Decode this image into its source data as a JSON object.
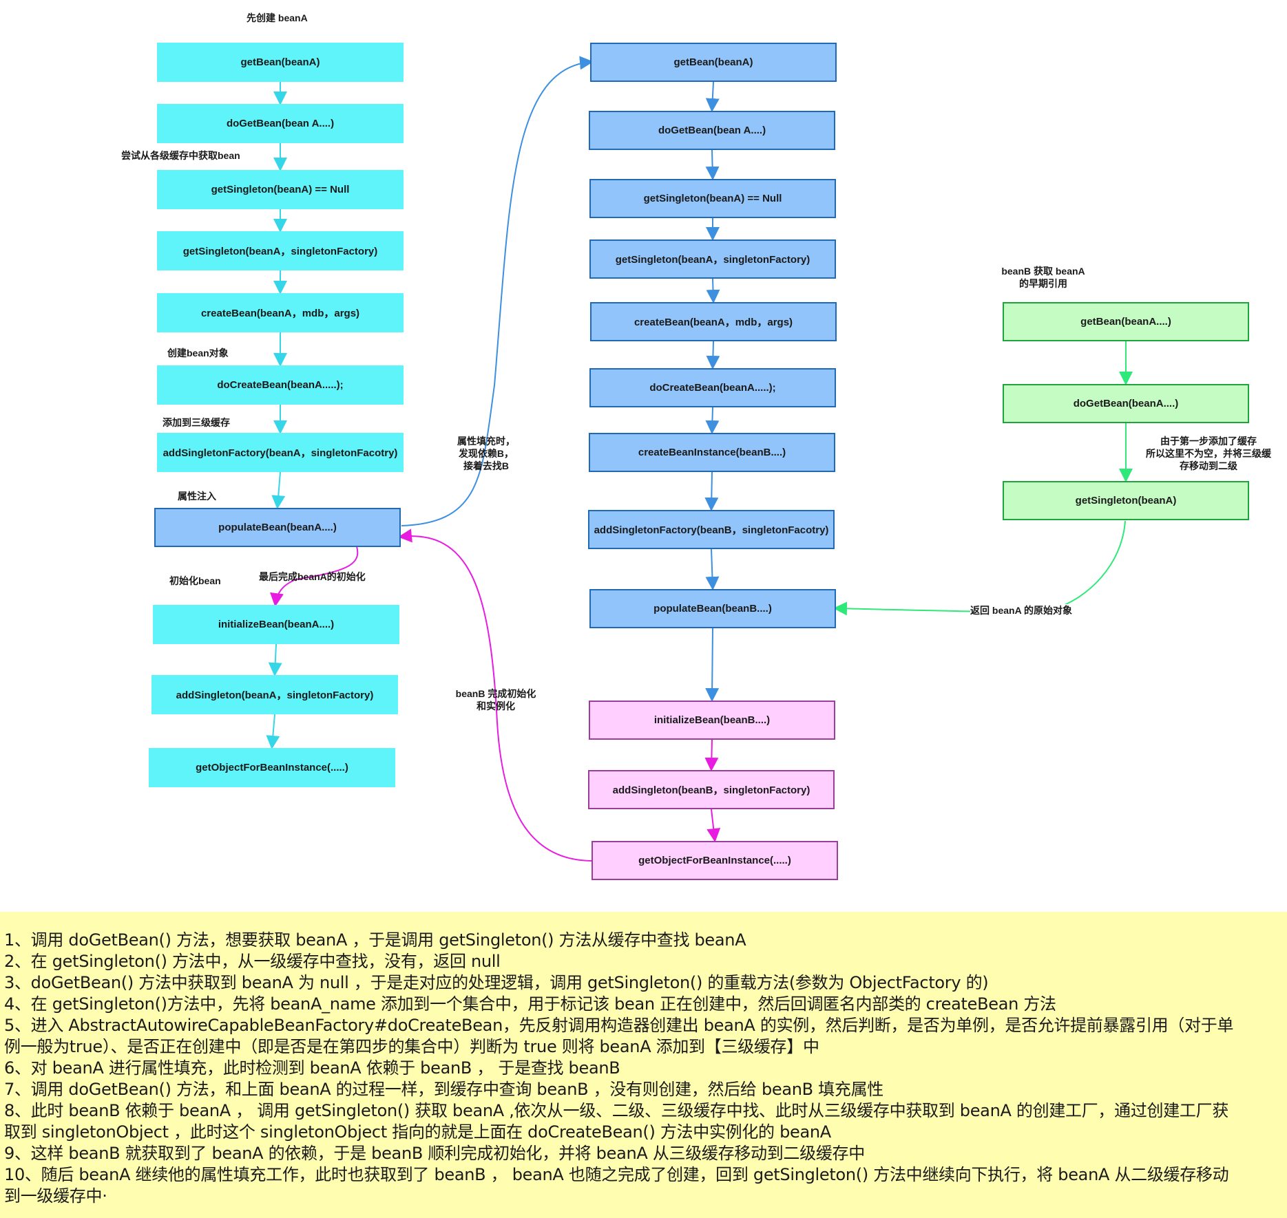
{
  "colors": {
    "cyan_fill": "#5ef4fa",
    "blue_fill": "#91c4fa",
    "blue_border": "#2169b5",
    "green_fill": "#c4fcc4",
    "green_border": "#1fa33c",
    "pink_fill": "#ffd0ff",
    "pink_border": "#9b3d9b",
    "notes_bg": "#fffdb0",
    "arrow_blue": "#3d8fe0",
    "arrow_cyan": "#35d6e8",
    "arrow_magenta": "#e81ce0",
    "arrow_green": "#2ee87a"
  },
  "column_a": {
    "heading": "先创建 beanA",
    "boxes": [
      "getBean(beanA)",
      "doGetBean(bean A....)",
      "getSingleton(beanA) == Null",
      "getSingleton(beanA，singletonFactory)",
      "createBean(beanA，mdb，args)",
      "doCreateBean(beanA.....);",
      "addSingletonFactory(beanA，singletonFacotry)",
      "populateBean(beanA....)",
      "initializeBean(beanA....)",
      "addSingleton(beanA，singletonFactory)",
      "getObjectForBeanInstance(.....)"
    ],
    "annotations": {
      "try_cache": "尝试从各级缓存中获取bean",
      "create_obj": "创建bean对象",
      "add_l3": "添加到三级缓存",
      "inject": "属性注入",
      "init": "初始化bean",
      "finish_a": "最后完成beanA的初始化"
    }
  },
  "column_b": {
    "boxes": [
      "getBean(beanA)",
      "doGetBean(bean A....)",
      "getSingleton(beanA) == Null",
      "getSingleton(beanA，singletonFactory)",
      "createBean(beanA，mdb，args)",
      "doCreateBean(beanA.....);",
      "createBeanInstance(beanB....)",
      "addSingletonFactory(beanB，singletonFacotry)",
      "populateBean(beanB....)",
      "initializeBean(beanB....)",
      "addSingleton(beanB，singletonFactory)",
      "getObjectForBeanInstance(.....)"
    ],
    "link_to_b": [
      "属性填充时，",
      "发现依赖B，",
      "接着去找B"
    ],
    "b_done": [
      "beanB 完成初始化",
      "和实例化"
    ]
  },
  "column_c": {
    "heading": [
      "beanB 获取 beanA",
      "的早期引用"
    ],
    "boxes": [
      "getBean(beanA....)",
      "doGetBean(beanA....)",
      "getSingleton(beanA)"
    ],
    "note": [
      "由于第一步添加了缓存",
      "所以这里不为空，并将三级缓",
      "存移动到二级"
    ],
    "return_label": "返回 beanA 的原始对象"
  },
  "notes": [
    "1、调用 doGetBean() 方法，想要获取 beanA ，于是调用 getSingleton() 方法从缓存中查找 beanA",
    "2、在 getSingleton() 方法中，从一级缓存中查找，没有，返回 null",
    "3、doGetBean() 方法中获取到 beanA 为 null ，于是走对应的处理逻辑，调用 getSingleton() 的重载方法(参数为 ObjectFactory 的)",
    "4、在 getSingleton()方法中，先将 beanA_name 添加到一个集合中，用于标记该 bean 正在创建中，然后回调匿名内部类的 createBean 方法",
    "5、进入 AbstractAutowireCapableBeanFactory#doCreateBean，先反射调用构造器创建出 beanA 的实例，然后判断，是否为单例，是否允许提前暴露引用（对于单",
    "例一般为true）、是否正在创建中（即是否是在第四步的集合中）判断为 true 则将 beanA 添加到【三级缓存】中",
    "6、对 beanA 进行属性填充，此时检测到 beanA 依赖于 beanB ， 于是查找 beanB",
    "7、调用 doGetBean() 方法，和上面 beanA 的过程一样，到缓存中查询 beanB ，没有则创建，然后给 beanB 填充属性",
    "8、此时 beanB 依赖于 beanA ， 调用 getSingleton() 获取 beanA ,依次从一级、二级、三级缓存中找、此时从三级缓存中获取到 beanA 的创建工厂，通过创建工厂获",
    "取到 singletonObject ，此时这个 singletonObject 指向的就是上面在 doCreateBean() 方法中实例化的 beanA",
    "9、这样 beanB 就获取到了 beanA 的依赖，于是 beanB 顺利完成初始化，并将 beanA 从三级缓存移动到二级缓存中",
    "10、随后 beanA 继续他的属性填充工作，此时也获取到了 beanB ， beanA 也随之完成了创建，回到 getSingleton() 方法中继续向下执行，将 beanA 从二级缓存移动",
    "到一级缓存中·"
  ]
}
